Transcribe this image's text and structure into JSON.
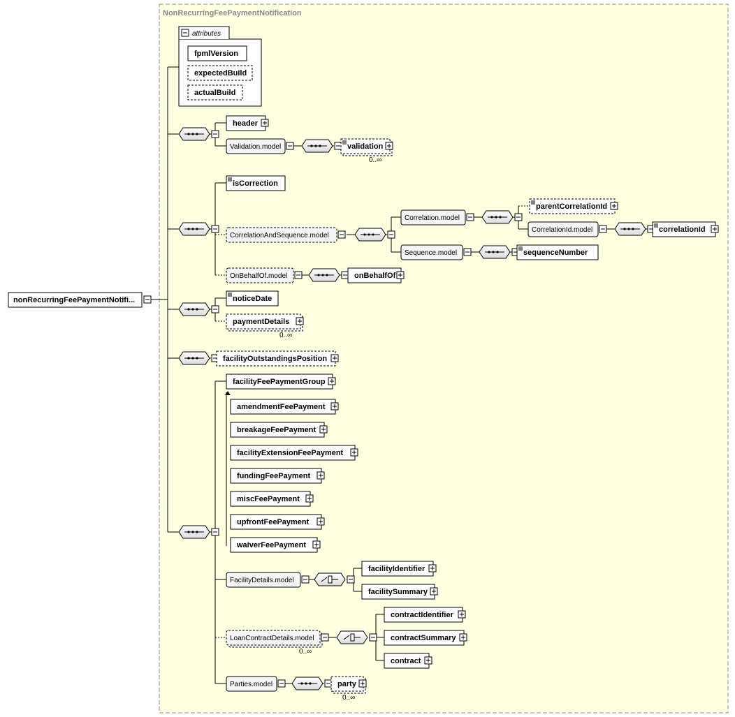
{
  "diagram": {
    "title": "NonRecurringFeePaymentNotification",
    "root": "nonRecurringFeePaymentNotifi...",
    "attributes_label": "attributes",
    "attributes": [
      "fpmlVersion",
      "expectedBuild",
      "actualBuild"
    ],
    "elements": {
      "header": "header",
      "validation_model": "Validation.model",
      "validation": "validation",
      "isCorrection": "isCorrection",
      "correlation_and_sequence_model": "CorrelationAndSequence.model",
      "correlation_model": "Correlation.model",
      "parentCorrelationId": "parentCorrelationId",
      "correlationId_model": "CorrelationId.model",
      "correlationId": "correlationId",
      "sequence_model": "Sequence.model",
      "sequenceNumber": "sequenceNumber",
      "onBehalfOf_model": "OnBehalfOf.model",
      "onBehalfOf": "onBehalfOf",
      "noticeDate": "noticeDate",
      "paymentDetails": "paymentDetails",
      "facilityOutstandingsPosition": "facilityOutstandingsPosition",
      "facilityFeePaymentGroup": "facilityFeePaymentGroup",
      "amendmentFeePayment": "amendmentFeePayment",
      "breakageFeePayment": "breakageFeePayment",
      "facilityExtensionFeePayment": "facilityExtensionFeePayment",
      "fundingFeePayment": "fundingFeePayment",
      "miscFeePayment": "miscFeePayment",
      "upfrontFeePayment": "upfrontFeePayment",
      "waiverFeePayment": "waiverFeePayment",
      "facilityDetails_model": "FacilityDetails.model",
      "facilityIdentifier": "facilityIdentifier",
      "facilitySummary": "facilitySummary",
      "loanContractDetails_model": "LoanContractDetails.model",
      "contractIdentifier": "contractIdentifier",
      "contractSummary": "contractSummary",
      "contract": "contract",
      "parties_model": "Parties.model",
      "party": "party"
    },
    "multiplicity": "0..∞",
    "colors": {
      "background": "#ffffe1",
      "border": "#8c8c8c",
      "group_fill": "#f5f5f5",
      "box_fill": "#ffffff"
    }
  }
}
